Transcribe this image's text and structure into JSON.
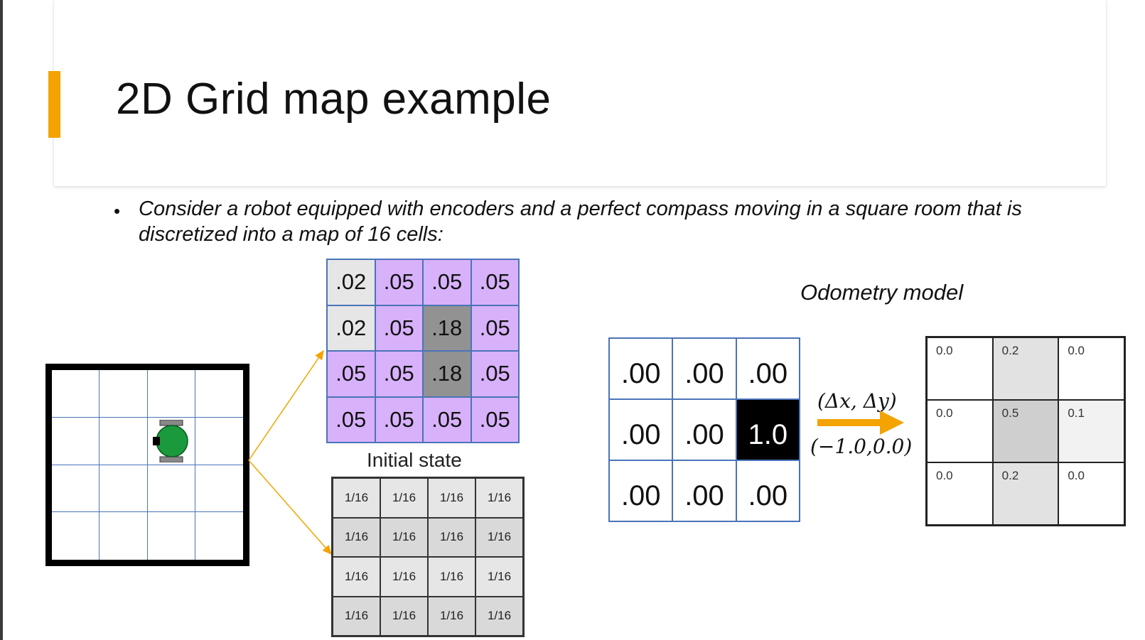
{
  "title": "2D Grid map example",
  "bullet": {
    "marker": "•",
    "text": "Consider a robot equipped with encoders and a perfect compass moving in a square room that is discretized into a map of 16 cells:"
  },
  "colors": {
    "accent": "#f4a300",
    "purple": "#d8b1fb",
    "dark_gray": "#929292",
    "light_gray": "#e6e6e6",
    "black": "#000000",
    "robot_green": "#1a9a3c",
    "grid_line": "#4a74b8"
  },
  "belief_grid": {
    "rows": [
      [
        {
          "v": ".02",
          "c": "light"
        },
        {
          "v": ".05",
          "c": "purple"
        },
        {
          "v": ".05",
          "c": "purple"
        },
        {
          "v": ".05",
          "c": "purple"
        }
      ],
      [
        {
          "v": ".02",
          "c": "light"
        },
        {
          "v": ".05",
          "c": "purple"
        },
        {
          "v": ".18",
          "c": "dark"
        },
        {
          "v": ".05",
          "c": "purple"
        }
      ],
      [
        {
          "v": ".05",
          "c": "purple"
        },
        {
          "v": ".05",
          "c": "purple"
        },
        {
          "v": ".18",
          "c": "dark"
        },
        {
          "v": ".05",
          "c": "purple"
        }
      ],
      [
        {
          "v": ".05",
          "c": "purple"
        },
        {
          "v": ".05",
          "c": "purple"
        },
        {
          "v": ".05",
          "c": "purple"
        },
        {
          "v": ".05",
          "c": "purple"
        }
      ]
    ]
  },
  "initial_state": {
    "label": "Initial state",
    "rows": [
      [
        {
          "v": "1/16",
          "c": "light"
        },
        {
          "v": "1/16",
          "c": "light"
        },
        {
          "v": "1/16",
          "c": "light"
        },
        {
          "v": "1/16",
          "c": "light"
        }
      ],
      [
        {
          "v": "1/16",
          "c": "mid"
        },
        {
          "v": "1/16",
          "c": "mid"
        },
        {
          "v": "1/16",
          "c": "mid"
        },
        {
          "v": "1/16",
          "c": "mid"
        }
      ],
      [
        {
          "v": "1/16",
          "c": "light"
        },
        {
          "v": "1/16",
          "c": "light"
        },
        {
          "v": "1/16",
          "c": "light"
        },
        {
          "v": "1/16",
          "c": "light"
        }
      ],
      [
        {
          "v": "1/16",
          "c": "mid"
        },
        {
          "v": "1/16",
          "c": "mid"
        },
        {
          "v": "1/16",
          "c": "mid"
        },
        {
          "v": "1/16",
          "c": "mid"
        }
      ]
    ]
  },
  "odometry": {
    "label": "Odometry model",
    "input_grid": [
      [
        {
          "v": ".00",
          "c": "white"
        },
        {
          "v": ".00",
          "c": "white"
        },
        {
          "v": ".00",
          "c": "white"
        }
      ],
      [
        {
          "v": ".00",
          "c": "white"
        },
        {
          "v": ".00",
          "c": "white"
        },
        {
          "v": "1.0",
          "c": "black"
        }
      ],
      [
        {
          "v": ".00",
          "c": "white"
        },
        {
          "v": ".00",
          "c": "white"
        },
        {
          "v": ".00",
          "c": "white"
        }
      ]
    ],
    "arrow_top": "(Δx, Δy)",
    "arrow_bottom": "(−1.0,0.0)",
    "output_grid": [
      [
        {
          "v": "0.0",
          "c": "white"
        },
        {
          "v": "0.2",
          "c": "g1"
        },
        {
          "v": "0.0",
          "c": "white"
        }
      ],
      [
        {
          "v": "0.0",
          "c": "white"
        },
        {
          "v": "0.5",
          "c": "g2"
        },
        {
          "v": "0.1",
          "c": "g0"
        }
      ],
      [
        {
          "v": "0.0",
          "c": "white"
        },
        {
          "v": "0.2",
          "c": "g1"
        },
        {
          "v": "0.0",
          "c": "white"
        }
      ]
    ]
  }
}
